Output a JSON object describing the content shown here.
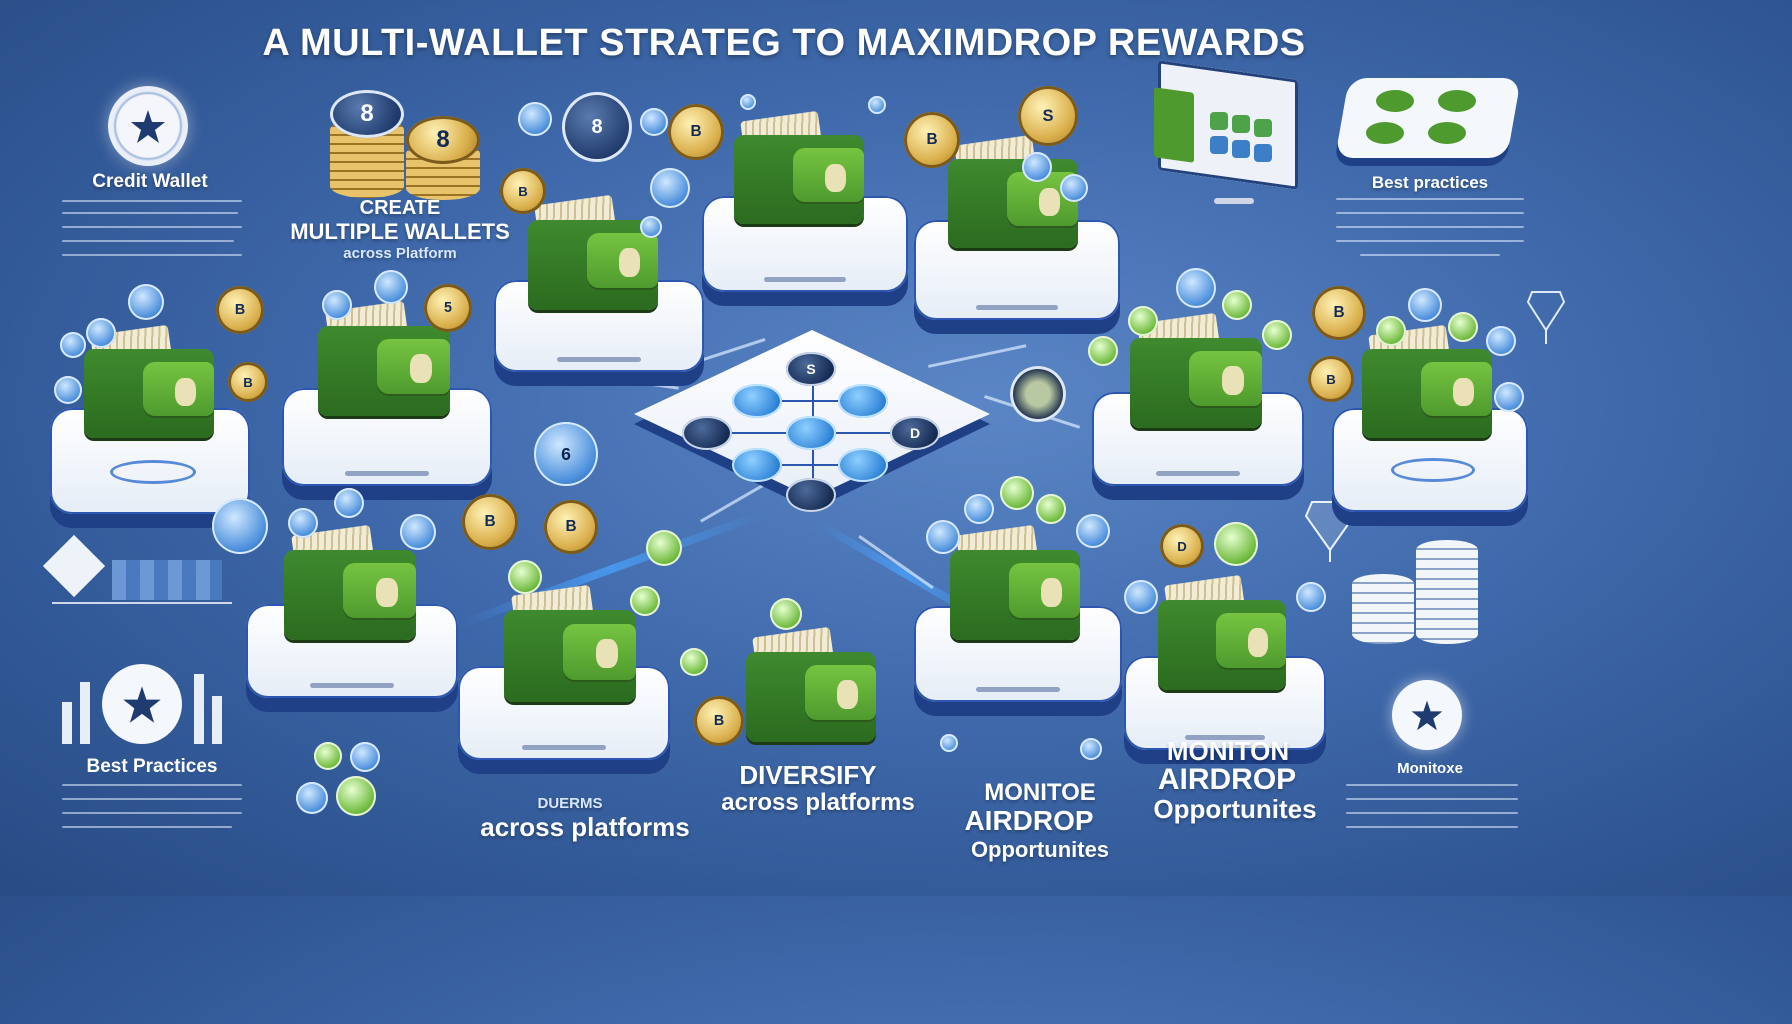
{
  "title": "A MULTI-WALLET STRATEG  TO MAXIMDROP REWARDS",
  "labels": {
    "credit_wallet": "Credit Wallet",
    "create": "CREATE",
    "multiple_wallets": "MULTIPLE WALLETS",
    "across_platform": "across Platform",
    "best_practices_top": "Best practices",
    "best_practices_bottom": "Best Practices",
    "diversify": "DIVERSIFY",
    "diversify_across": "across platforms",
    "duerms": "DUERMS",
    "across_platforms_bottom": "across platforms",
    "monitor_small": "MONITOE",
    "airdrop_small": "AIRDROP",
    "opportunities_small": "Opportunites",
    "monitor_big": "MONITON",
    "airdrop_big": "AIRDROP",
    "opportunities_big": "Opportunites",
    "monitoxe": "Monitoxe"
  },
  "coins": {
    "b": "B",
    "eight": "8",
    "five": "5",
    "s": "S",
    "six": "6",
    "d": "D"
  },
  "colors": {
    "background": "#3f69ab",
    "wallet_green": "#4f9a2e",
    "platform": "#e6edf7",
    "accent_blue": "#2c56b0"
  }
}
